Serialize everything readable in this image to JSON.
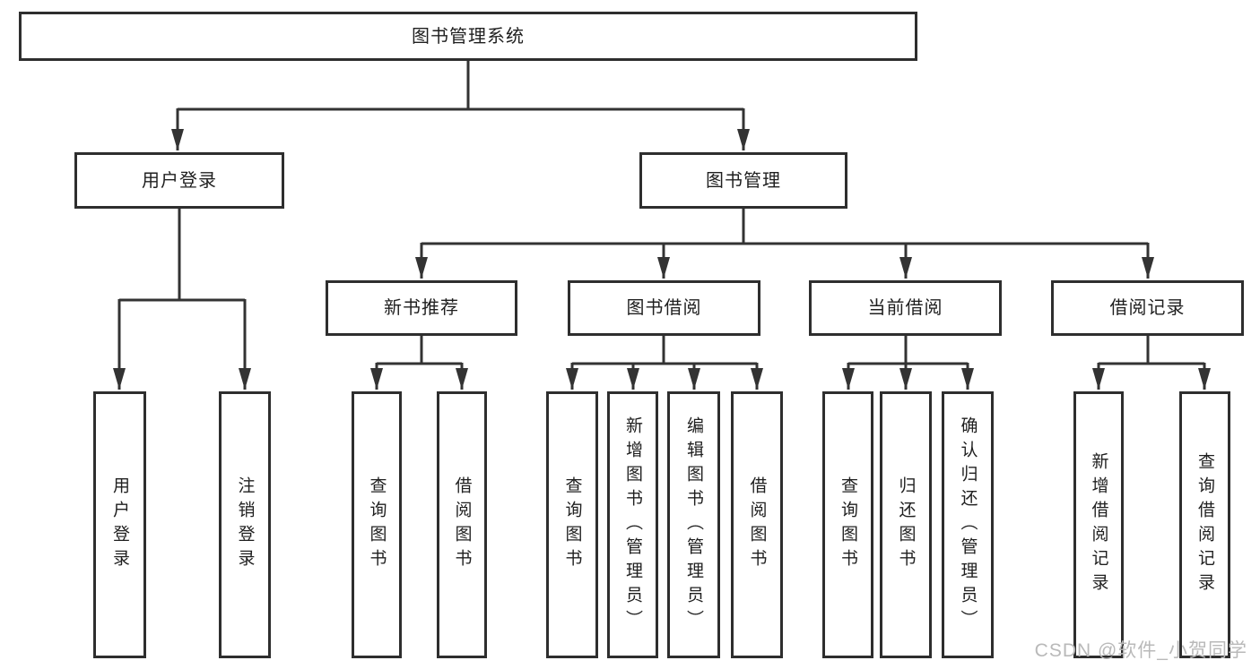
{
  "tree": {
    "root": {
      "label": "图书管理系统"
    },
    "children": [
      {
        "label": "用户登录",
        "children": [
          {
            "label": "用户登录"
          },
          {
            "label": "注销登录"
          }
        ]
      },
      {
        "label": "图书管理",
        "children": [
          {
            "label": "新书推荐",
            "children": [
              {
                "label": "查询图书"
              },
              {
                "label": "借阅图书"
              }
            ]
          },
          {
            "label": "图书借阅",
            "children": [
              {
                "label": "查询图书"
              },
              {
                "label": "新增图书（管理员）"
              },
              {
                "label": "编辑图书（管理员）"
              },
              {
                "label": "借阅图书"
              }
            ]
          },
          {
            "label": "当前借阅",
            "children": [
              {
                "label": "查询图书"
              },
              {
                "label": "归还图书"
              },
              {
                "label": "确认归还（管理员）"
              }
            ]
          },
          {
            "label": "借阅记录",
            "children": [
              {
                "label": "新增借阅记录"
              },
              {
                "label": "查询借阅记录"
              }
            ]
          }
        ]
      }
    ]
  },
  "watermark": {
    "text": "CSDN @软件_小贺同学",
    "color": "#b9b9b9"
  },
  "colors": {
    "line": "#333333",
    "box_border": "#2e2e2e",
    "text": "#1f1f1f",
    "background": "#ffffff",
    "watermark": "#b9b9b9"
  }
}
